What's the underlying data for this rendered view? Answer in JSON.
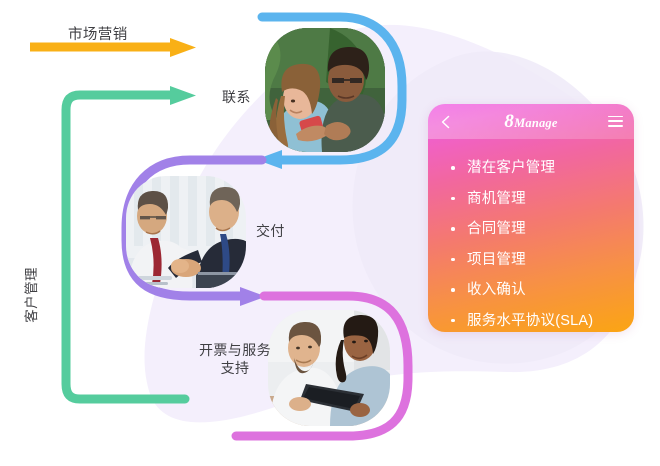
{
  "diagram": {
    "title_labels": {
      "marketing": "市场营销",
      "contact": "联系",
      "delivery": "交付",
      "support": "开票与服务支持",
      "customer_management": "客户管理"
    },
    "arrow_colors": {
      "marketing_orange": "#f9b016",
      "customer_green": "#55cc9d",
      "contact_blue": "#5bb4ee",
      "delivery_purple": "#a181e8",
      "support_magenta": "#dd72de"
    },
    "background_blob_color": "#f3eefb",
    "photos": [
      {
        "name": "contact-photo",
        "alt": "联系"
      },
      {
        "name": "delivery-photo",
        "alt": "交付"
      },
      {
        "name": "support-photo",
        "alt": "开票与服务支持"
      }
    ]
  },
  "panel": {
    "brand_symbol": "8",
    "brand_word": "Manage",
    "back_icon": "chevron-left-icon",
    "menu_icon": "hamburger-menu-icon",
    "gradient_from": "#ee49e0",
    "gradient_to": "#fba513",
    "items": [
      {
        "label": "潜在客户管理"
      },
      {
        "label": "商机管理"
      },
      {
        "label": "合同管理"
      },
      {
        "label": "项目管理"
      },
      {
        "label": "收入确认"
      },
      {
        "label": "服务水平协议(SLA)"
      }
    ]
  }
}
